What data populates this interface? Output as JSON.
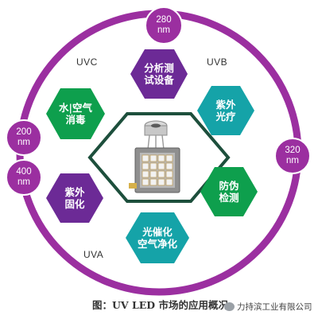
{
  "colors": {
    "ring": "#9b2fa0",
    "ring_inner": "#f3f3f3",
    "center_border": "#1d4f3c",
    "purple_hex": "#6c2a96",
    "teal_hex": "#15a3a8",
    "green_hex": "#0e9f4d",
    "wavelength_bubble": "#9b2fa0"
  },
  "bands": {
    "uvc": "UVC",
    "uvb": "UVB",
    "uva": "UVA"
  },
  "wavelengths": {
    "top": "280\nnm",
    "right": "320\nnm",
    "left_upper": "200\nnm",
    "left_lower": "400\nnm"
  },
  "applications": {
    "analysis": "分析测\n试设备",
    "phototherapy": "紫外\n光疗",
    "anticounterfeit": "防伪\n检测",
    "photocatalysis": "光催化\n空气净化",
    "curing": "紫外\n固化",
    "disinfection": "水|空气\n消毒"
  },
  "caption": "图：UV LED 市场的应用概况",
  "watermark": "力持滨工业有限公司"
}
